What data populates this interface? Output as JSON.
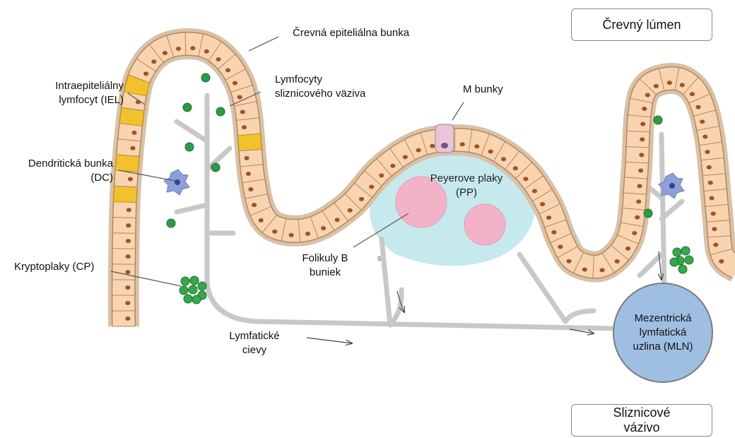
{
  "colors": {
    "cell_fill": "#f8d5b0",
    "cell_stroke": "#b7865e",
    "nucleus": "#a0522d",
    "iel_fill": "#f2c12e",
    "lymph_vessel": "#c8c8c8",
    "lymphocyte": "#2e9a44",
    "peyer_patch": "#c6e9ee",
    "b_follicle": "#f2b3c9",
    "mln_fill": "#9fbfe2",
    "dendritic_cell": "#8f9fd8",
    "m_cell": "#e8c6d8",
    "microvilli": "#c9b49a"
  },
  "labels": {
    "lumen": "Črevný lúmen",
    "lamina": "Sliznicové\nvázivo",
    "epithelial_cell": "Črevná epiteliálna bunka",
    "iel": "Intraepiteliálny\nlymfocyt (IEL)",
    "lamina_lymphocytes": "Lymfocyty\nsliznicového väziva",
    "m_cells": "M bunky",
    "dendritic": "Dendritická bunka\n(DC)",
    "peyer": "Peyerove plaky\n(PP)",
    "follicles": "Folikuly B\nbuniek",
    "cryptopatch": "Kryptoplaky (CP)",
    "lymph_vessels": "Lymfatické\ncievy",
    "mln": "Mezentrická\nlymfatická\nuzlina (MLN)",
    "small_s": "s"
  }
}
